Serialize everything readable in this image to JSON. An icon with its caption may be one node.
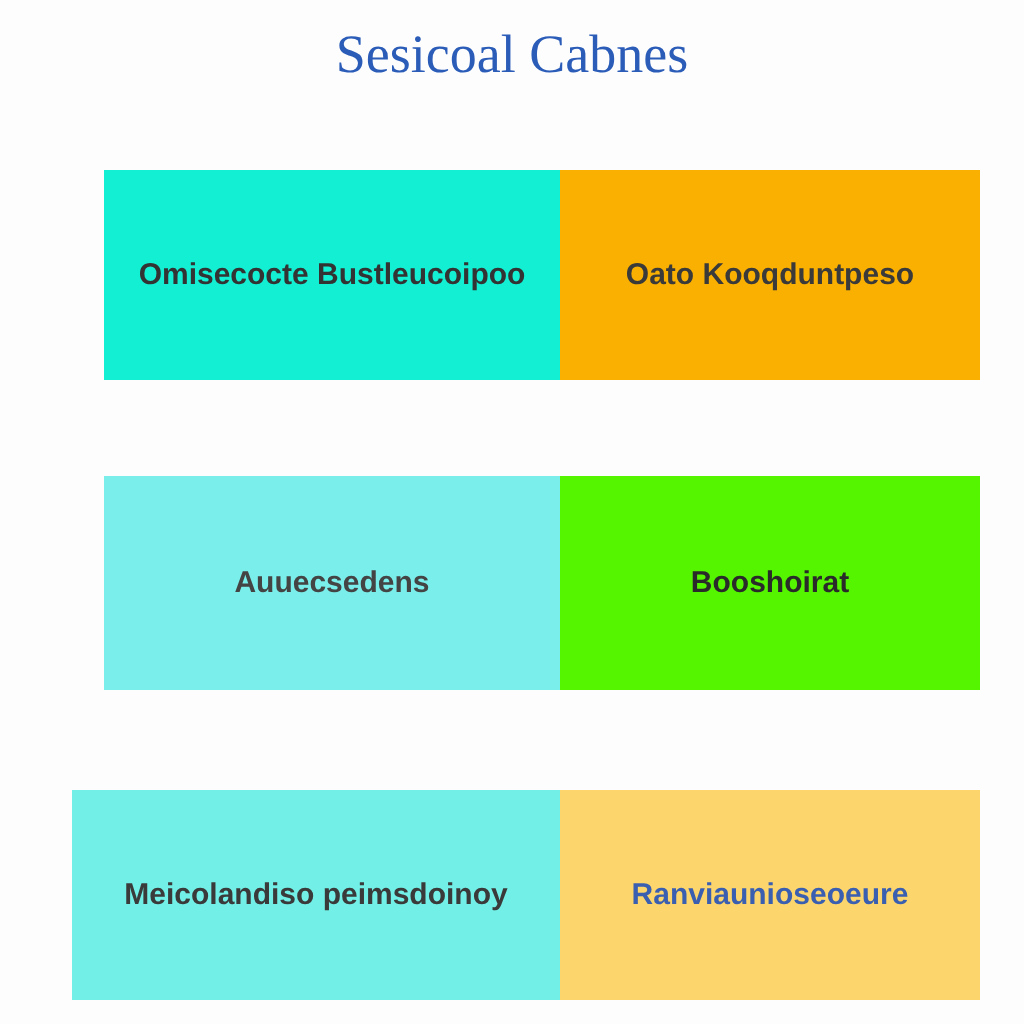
{
  "diagram": {
    "title": "Sesicoal Cabnes",
    "nodes": [
      {
        "text": [
          "Omisecocte Bustleucoipoo"
        ]
      },
      {
        "text": [
          "Oato Kooqduntpeso"
        ]
      },
      {
        "text": [
          "Auuecsedens"
        ]
      },
      {
        "text": [
          "Booshoirat"
        ]
      },
      {
        "text": [
          "Meicolandiso peimsdoinoy"
        ]
      },
      {
        "text": [
          "Ranviaunioseoeure"
        ]
      }
    ]
  }
}
